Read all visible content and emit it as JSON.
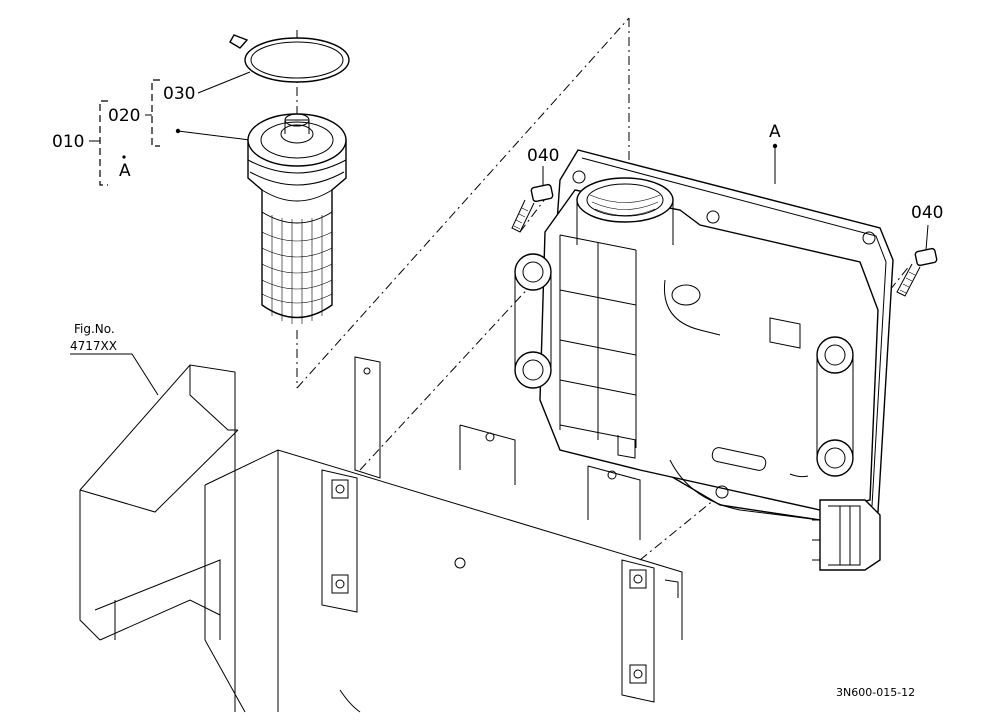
{
  "callouts": {
    "p010": "010",
    "p020": "020",
    "p030": "030",
    "assy_a_ref": "A",
    "assy_a": "A",
    "bolt_left": "040",
    "bolt_right": "040"
  },
  "fig_ref": {
    "line1": "Fig.No.",
    "line2": "4717XX"
  },
  "drawing_code": "3N600-015-12"
}
